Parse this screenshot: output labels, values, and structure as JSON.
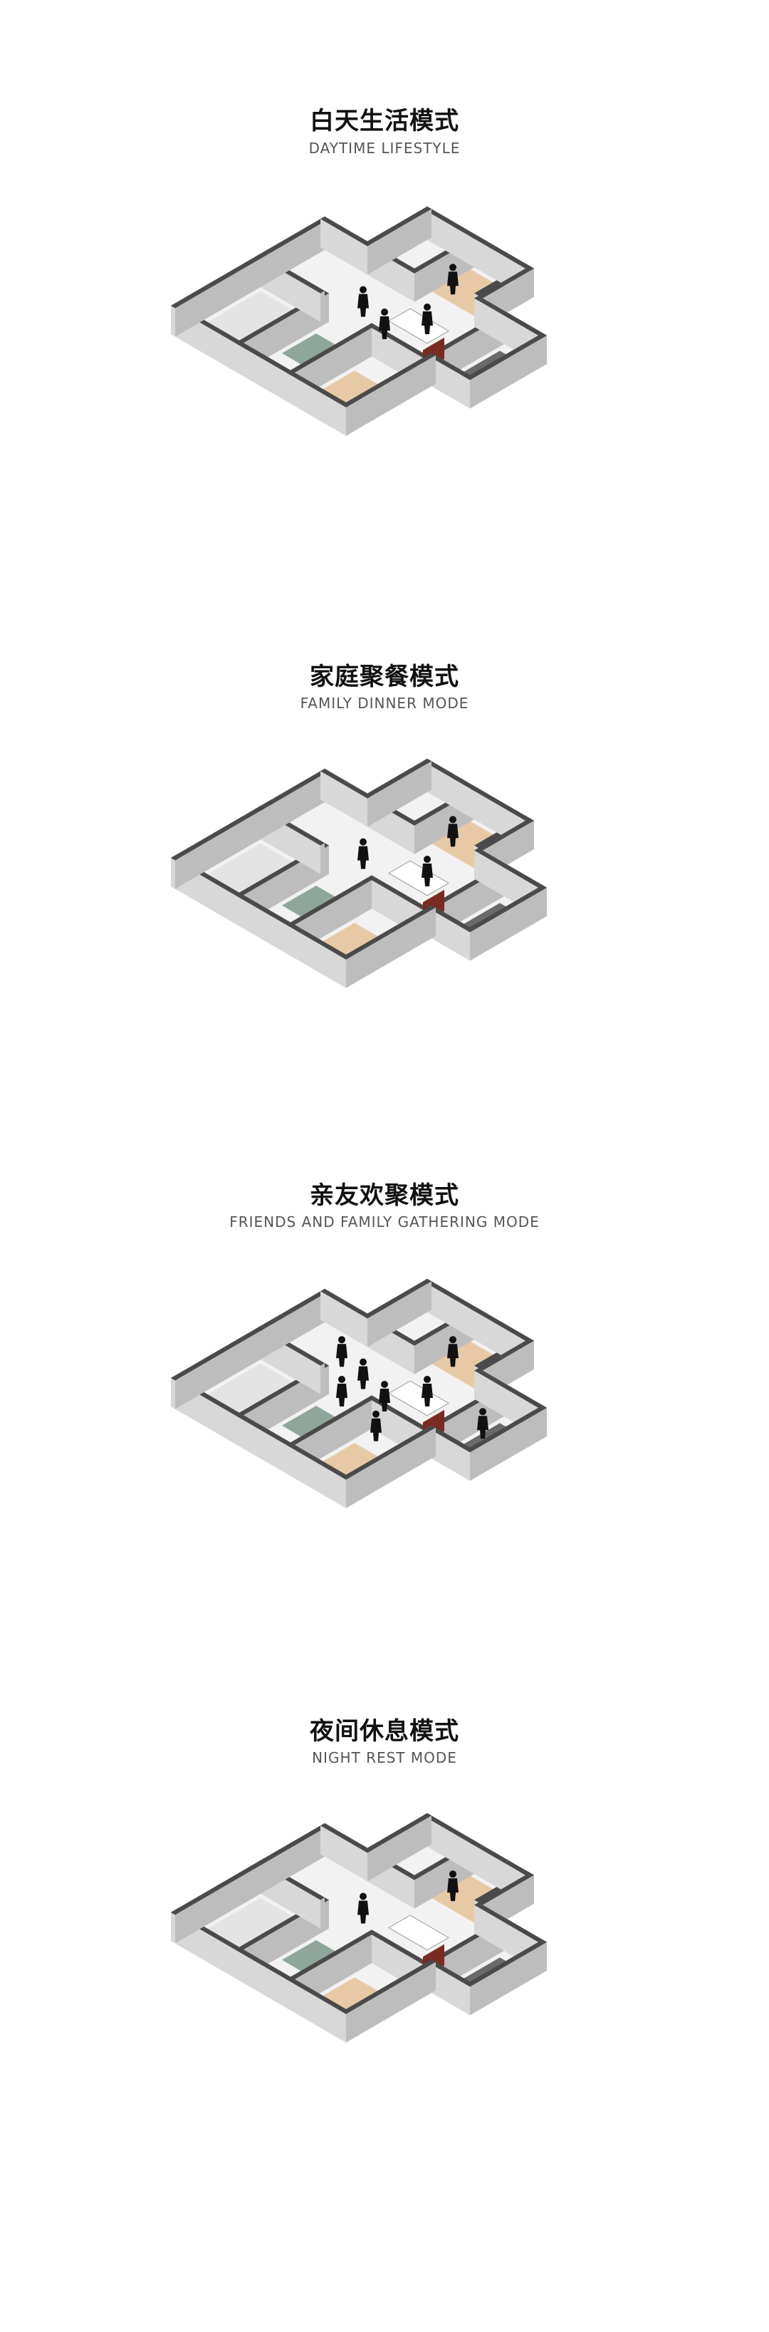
{
  "modes": [
    {
      "title_zh": "白天生活模式",
      "title_en": "DAYTIME LIFESTYLE"
    },
    {
      "title_zh": "家庭聚餐模式",
      "title_en": "FAMILY DINNER MODE"
    },
    {
      "title_zh": "亲友欢聚模式",
      "title_en": "FRIENDS AND FAMILY GATHERING MODE"
    },
    {
      "title_zh": "夜间休息模式",
      "title_en": "NIGHT REST MODE"
    }
  ],
  "colors": {
    "wall_top": "#4a4a4a",
    "wall_side": "#d8d8d8",
    "wall_side_dark": "#bdbdbd",
    "floor": "#f2f2f2",
    "wood": "#e8c9a6",
    "door": "#7a2b22",
    "glass": "#8fa79a",
    "figure": "#111111"
  }
}
